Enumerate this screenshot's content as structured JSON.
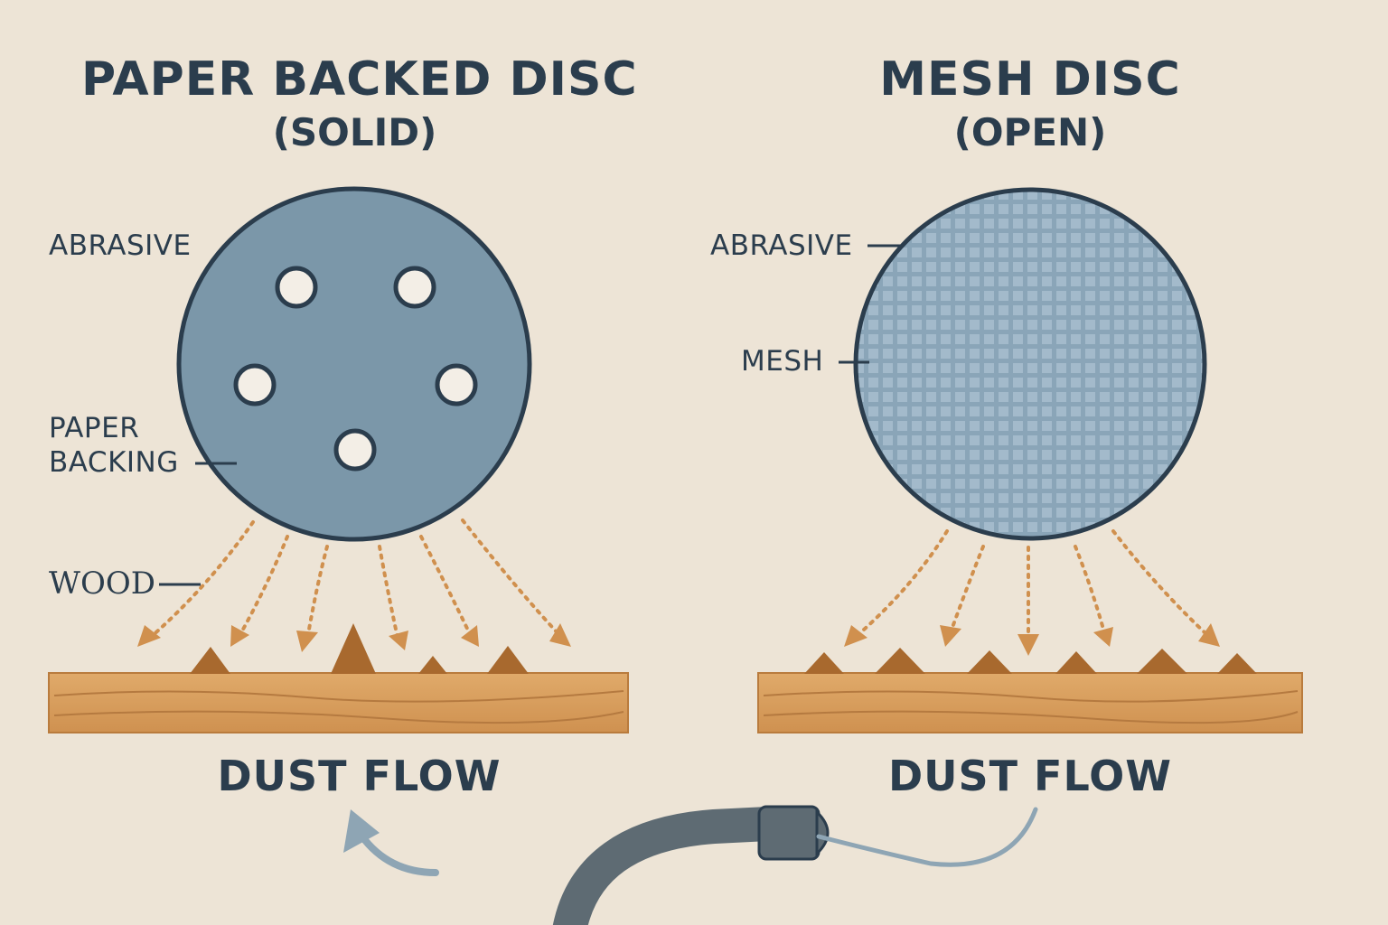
{
  "left": {
    "title": "PAPER BACKED DISC",
    "subtitle": "(SOLID)",
    "labels": {
      "abrasive": "ABRASIVE",
      "paper_backing_line1": "PAPER",
      "paper_backing_line2": "BACKING",
      "wood": "WOOD"
    },
    "flow_label": "DUST FLOW"
  },
  "right": {
    "title": "MESH DISC",
    "subtitle": "(OPEN)",
    "labels": {
      "abrasive": "ABRASIVE",
      "mesh": "MESH"
    },
    "flow_label": "DUST FLOW"
  },
  "colors": {
    "background": "#ede4d6",
    "text": "#2b3d4d",
    "disc_fill": "#7b97a9",
    "disc_stroke": "#2b3d4d",
    "mesh_fill": "#8fa9bb",
    "dust_arrow": "#d0904e",
    "wood_top": "#dca465",
    "wood_bottom": "#c98a49",
    "dust_pile": "#a8692e",
    "hose": "#5e6b73",
    "airflow": "#8ea5b4"
  }
}
